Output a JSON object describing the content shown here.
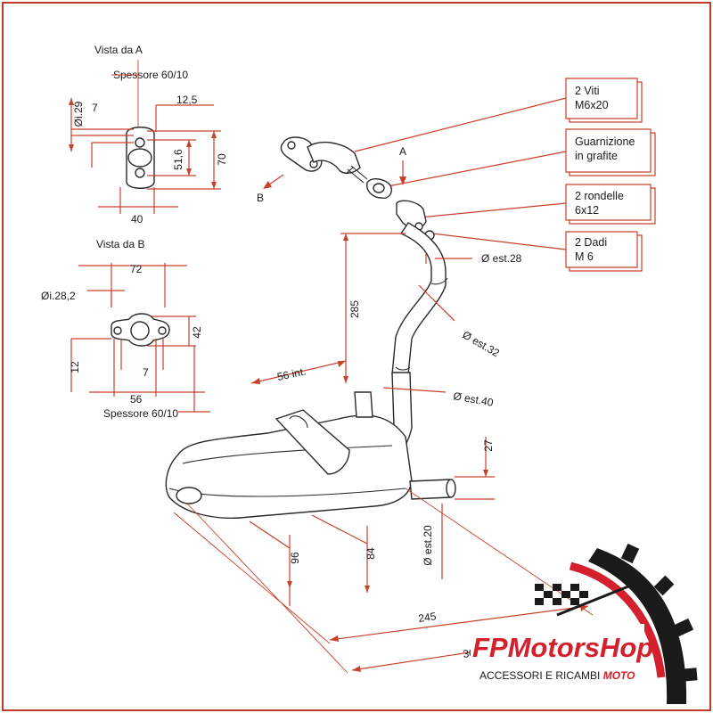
{
  "view_a": {
    "title": "Vista da A",
    "thickness": "Spessore 60/10",
    "dim_hole": "Øi.29",
    "dim_7": "7",
    "dim_12_5": "12,5",
    "dim_51_6": "51,6",
    "dim_70": "70",
    "dim_40": "40"
  },
  "view_b": {
    "title": "Vista da B",
    "dim_72": "72",
    "dim_hole": "Øi.28,2",
    "dim_42": "42",
    "dim_12": "12",
    "dim_7": "7",
    "dim_56": "56",
    "thickness": "Spessore 60/10"
  },
  "callouts": {
    "screws_line1": "2 Viti",
    "screws_line2": "M6x20",
    "gasket_line1": "Guarnizione",
    "gasket_line2": "in grafite",
    "washers_line1": "2 rondelle",
    "washers_line2": "6x12",
    "nuts_line1": "2 Dadi",
    "nuts_line2": "M 6"
  },
  "exhaust_dims": {
    "dim_285": "285",
    "dia_28": "Ø est.28",
    "dia_32": "Ø est.32",
    "dia_40": "Ø est.40",
    "int_56": "56 int.",
    "dim_27": "27",
    "dia_20": "Ø est.20",
    "dim_96": "96",
    "dim_84": "84",
    "dim_245": "245",
    "dim_30": "30"
  },
  "view_markers": {
    "a": "A",
    "b": "B"
  },
  "logo": {
    "brand": "FPMotorsHop",
    "tagline_main": "ACCESSORI E RICAMBI",
    "tagline_accent": "MOTO",
    "accent_color": "#d4202c",
    "dark_color": "#1a1a1a"
  }
}
